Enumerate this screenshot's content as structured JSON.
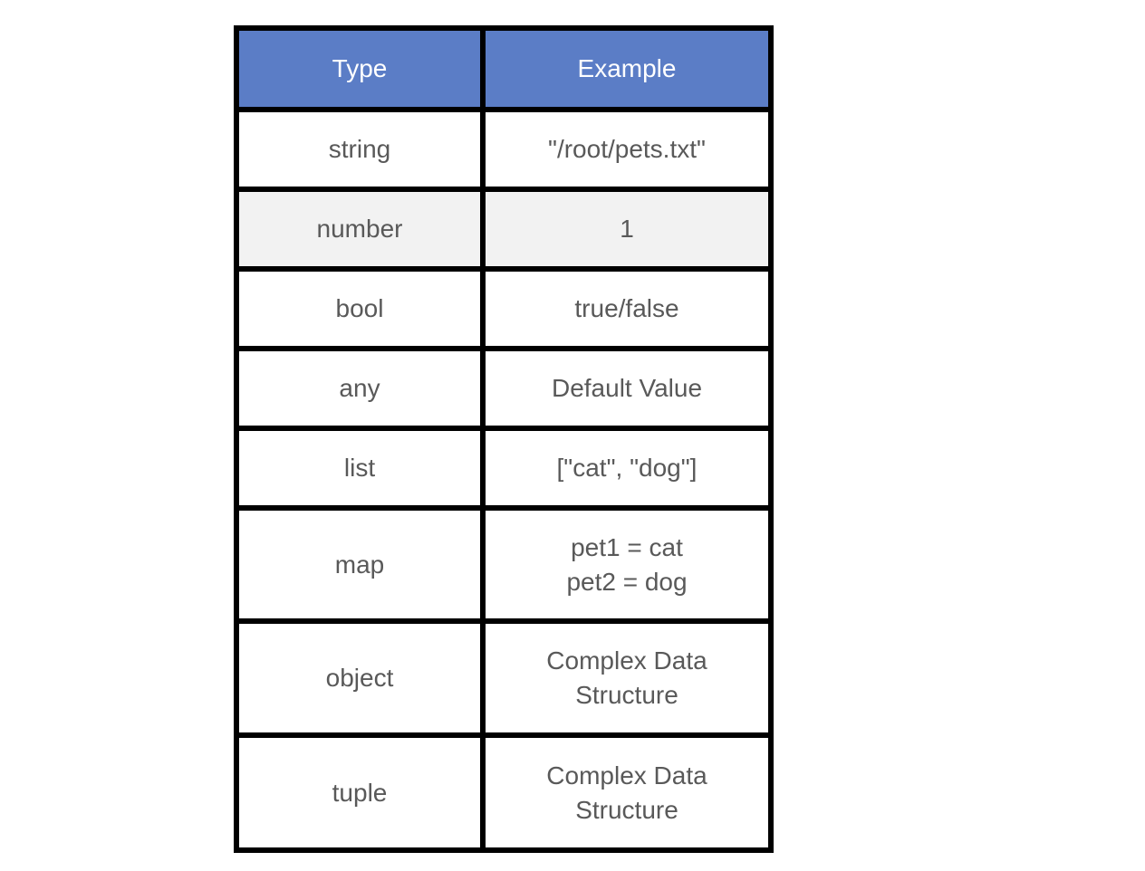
{
  "table": {
    "header": {
      "type_label": "Type",
      "example_label": "Example"
    },
    "rows": [
      {
        "type": "string",
        "example": "\"/root/pets.txt\""
      },
      {
        "type": "number",
        "example": "1"
      },
      {
        "type": "bool",
        "example": "true/false"
      },
      {
        "type": "any",
        "example": "Default Value"
      },
      {
        "type": "list",
        "example": "[\"cat\", \"dog\"]"
      },
      {
        "type": "map",
        "example": "pet1 = cat\npet2 = dog"
      },
      {
        "type": "object",
        "example": "Complex Data Structure"
      },
      {
        "type": "tuple",
        "example": "Complex Data Structure"
      }
    ],
    "shaded_row_index": 1,
    "colors": {
      "header_bg": "#5B7DC6",
      "header_text": "#FFFFFF",
      "cell_text": "#595959",
      "shaded_row_bg": "#F2F2F2",
      "border": "#000000",
      "page_bg": "#FFFFFF"
    }
  }
}
